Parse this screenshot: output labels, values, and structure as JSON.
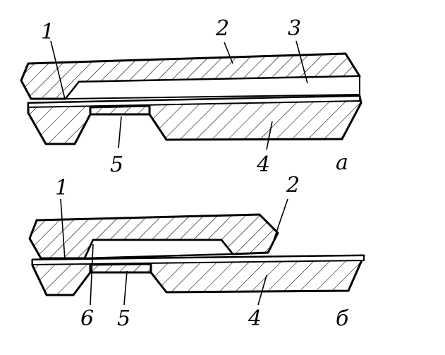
{
  "figure_a": {
    "panel_label": "а",
    "callouts": [
      "1",
      "2",
      "3",
      "4",
      "5"
    ]
  },
  "figure_b": {
    "panel_label": "б",
    "callouts": [
      "1",
      "2",
      "4",
      "5",
      "6"
    ]
  }
}
